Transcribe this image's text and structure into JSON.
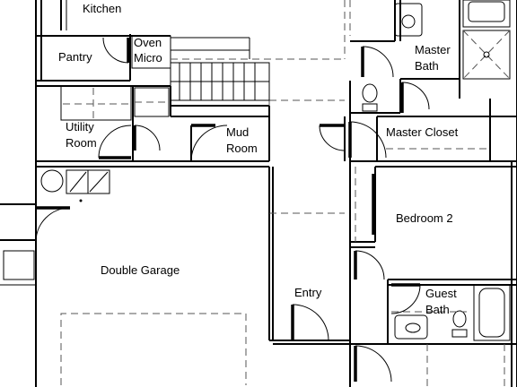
{
  "rooms": {
    "kitchen": "Kitchen",
    "pantry": "Pantry",
    "oven_line1": "Oven",
    "oven_line2": "Micro",
    "master_bath_line1": "Master",
    "master_bath_line2": "Bath",
    "utility_line1": "Utility",
    "utility_line2": "Room",
    "mud_line1": "Mud",
    "mud_line2": "Room",
    "master_closet": "Master Closet",
    "bedroom_2": "Bedroom 2",
    "double_garage": "Double Garage",
    "entry": "Entry",
    "guest_bath_line1": "Guest",
    "guest_bath_line2": "Bath"
  }
}
